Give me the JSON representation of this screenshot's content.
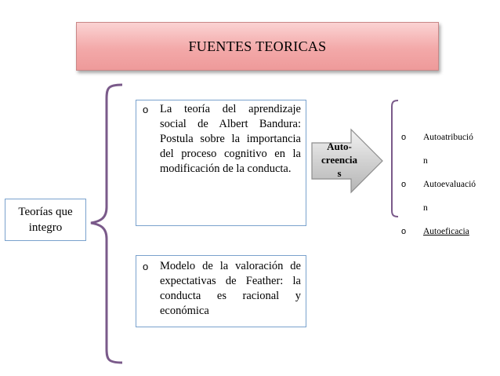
{
  "title": "FUENTES TEORICAS",
  "left_box": {
    "line1": "Teorías que",
    "line2": "integro"
  },
  "box1": {
    "bullet": "o",
    "text": "La teoría del aprendizaje social de Albert Bandura: Postula sobre la importancia del proceso cognitivo en la modificación de la conducta."
  },
  "box2": {
    "bullet": "o",
    "text": "Modelo de la valoración de expectativas de Feather: la conducta es racional y económica"
  },
  "arrow": {
    "line1": "Auto-",
    "line2": "creencia",
    "line3": "s"
  },
  "right_items": [
    {
      "bullet": "o",
      "line1": "Autoatribució",
      "line2": "n"
    },
    {
      "bullet": "o",
      "line1": "Autoevaluació",
      "line2": "n"
    },
    {
      "bullet": "o",
      "line1": "Autoeficacia"
    }
  ]
}
